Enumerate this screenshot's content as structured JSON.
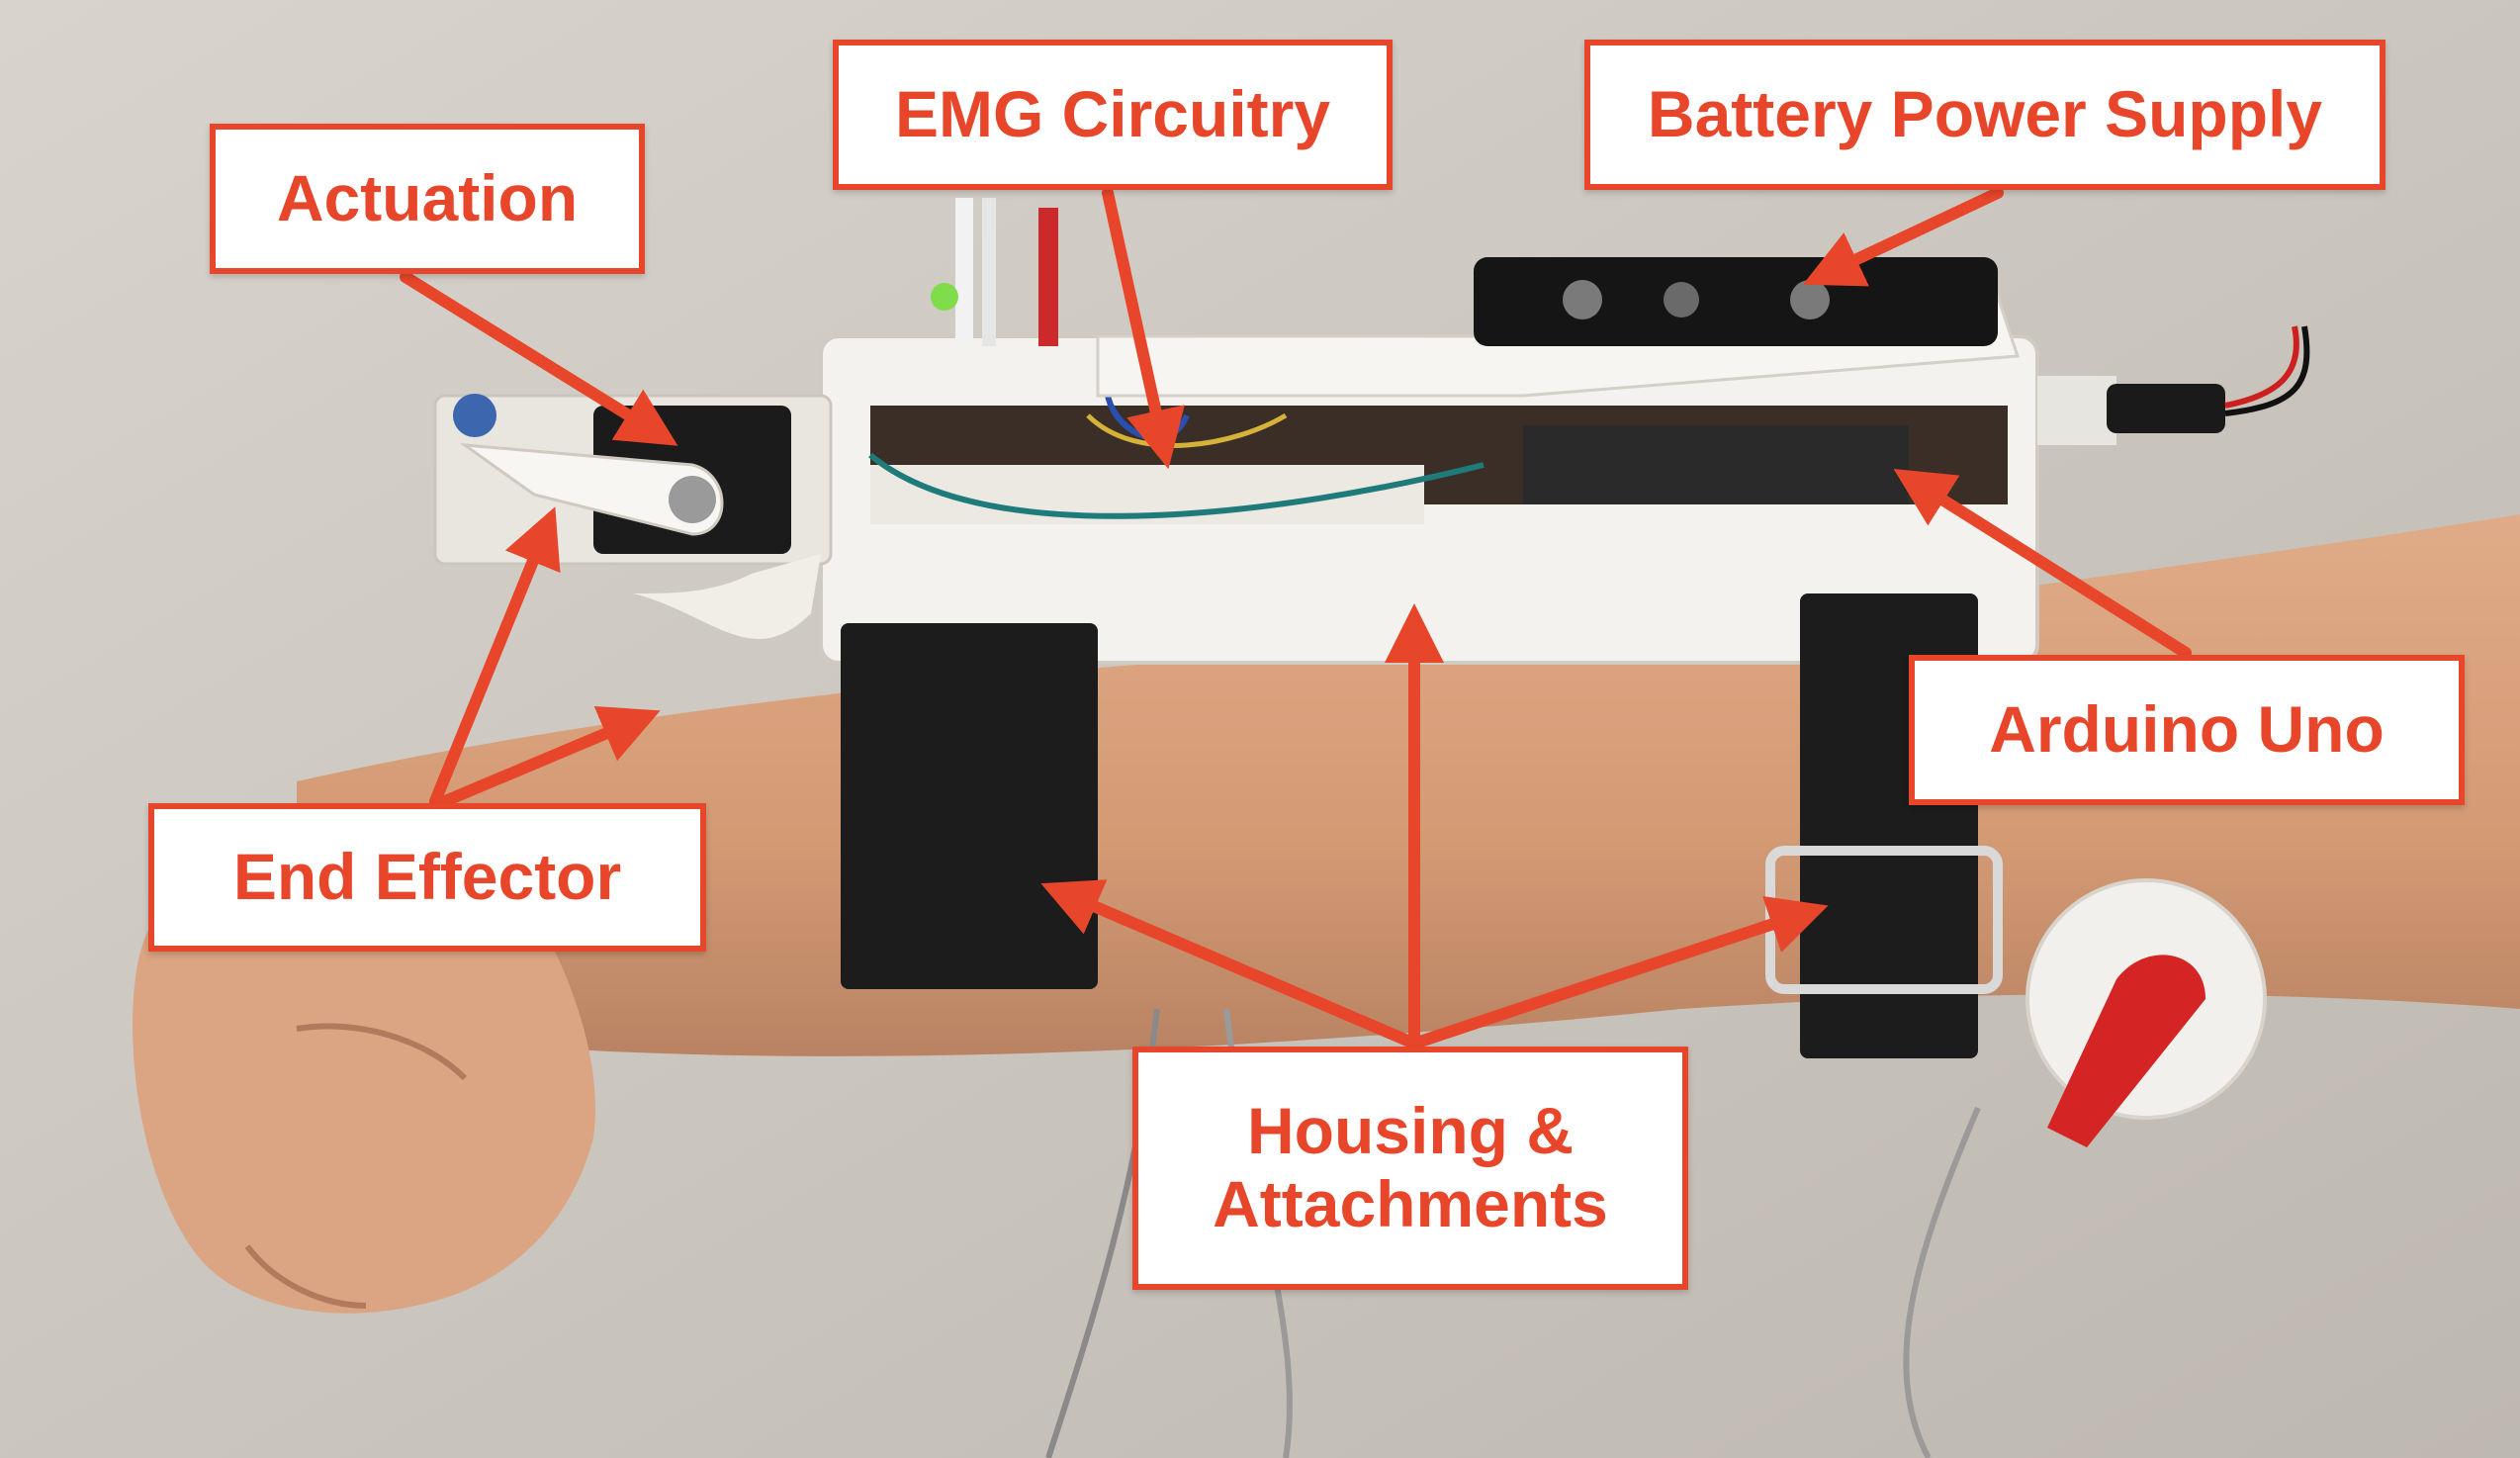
{
  "labels": {
    "actuation": "Actuation",
    "emg_circuitry": "EMG Circuitry",
    "battery_power_supply": "Battery Power Supply",
    "arduino_uno": "Arduino Uno",
    "end_effector": "End Effector",
    "housing_attachments": "Housing &\nAttachments"
  },
  "colors": {
    "accent": "#e8462a",
    "label_bg": "#ffffff",
    "wall": "#cfcbc4",
    "skin": "#d9a27e",
    "housing": "#f4f2ee",
    "strap": "#1c1c1c"
  }
}
